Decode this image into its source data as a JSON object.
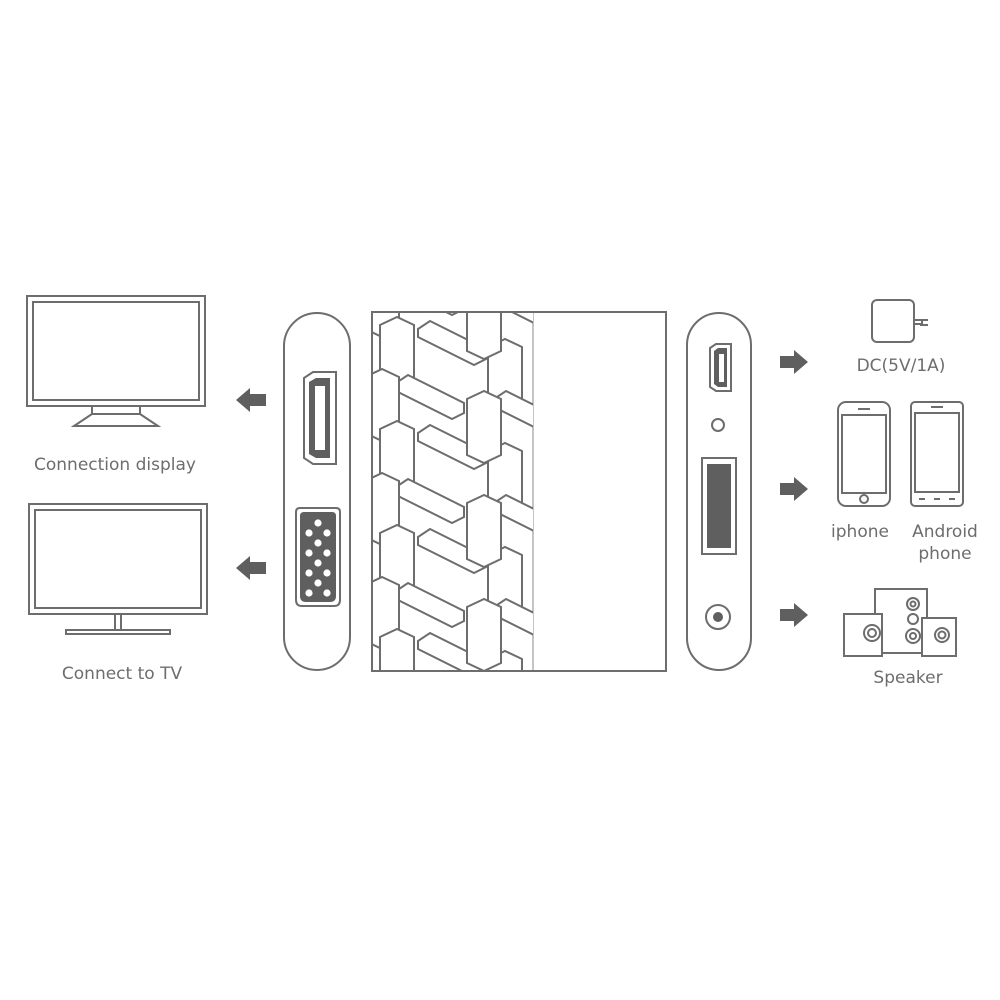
{
  "labels": {
    "connection_display": "Connection display",
    "connect_to_tv": "Connect to TV",
    "dc_power": "DC(5V/1A)",
    "iphone": "iphone",
    "android_line1": "Android",
    "android_line2": "phone",
    "speaker": "Speaker"
  },
  "colors": {
    "line": "#6d6d6d",
    "fill_dark": "#5f5f5f",
    "text": "#6d6d6d",
    "background": "#ffffff"
  },
  "icons": [
    "monitor-icon",
    "tv-icon",
    "arrow-left-icon",
    "hdmi-port-icon",
    "vga-port-icon",
    "arrow-right-icon",
    "usb-port-icon",
    "audio-jack-icon",
    "power-adapter-icon",
    "iphone-icon",
    "android-phone-icon",
    "speaker-icon"
  ]
}
